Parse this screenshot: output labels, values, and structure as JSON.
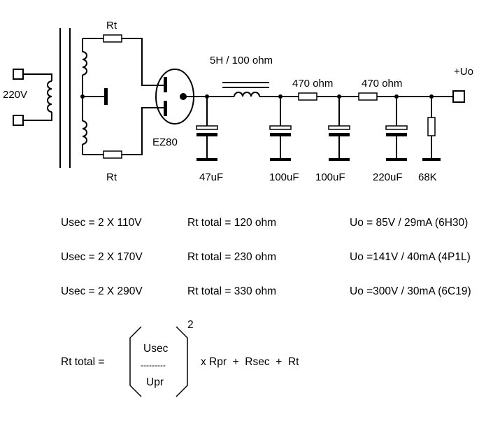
{
  "schematic": {
    "input_voltage": "220V",
    "output_label": "+Uo",
    "rectifier_tube": "EZ80",
    "choke_label": "5H / 100 ohm",
    "rt_top": "Rt",
    "rt_bottom": "Rt",
    "series_resistors": [
      "470 ohm",
      "470 ohm"
    ],
    "components": [
      "47uF",
      "100uF",
      "100uF",
      "220uF",
      "68K"
    ]
  },
  "table": {
    "rows": [
      {
        "usec": "Usec = 2 X 110V",
        "rt": "Rt total = 120 ohm",
        "uo": "Uo = 85V / 29mA (6H30)"
      },
      {
        "usec": "Usec = 2 X 170V",
        "rt": "Rt total = 230 ohm",
        "uo": "Uo =141V / 40mA (4P1L)"
      },
      {
        "usec": "Usec = 2 X 290V",
        "rt": "Rt total = 330 ohm",
        "uo": "Uo =300V / 30mA (6C19)"
      }
    ]
  },
  "formula": {
    "lhs": "Rt total =",
    "numerator": "Usec",
    "fraction_bar": "---------",
    "denominator": "Upr",
    "exponent": "2",
    "rhs": "x Rpr  +  Rsec  +  Rt"
  }
}
